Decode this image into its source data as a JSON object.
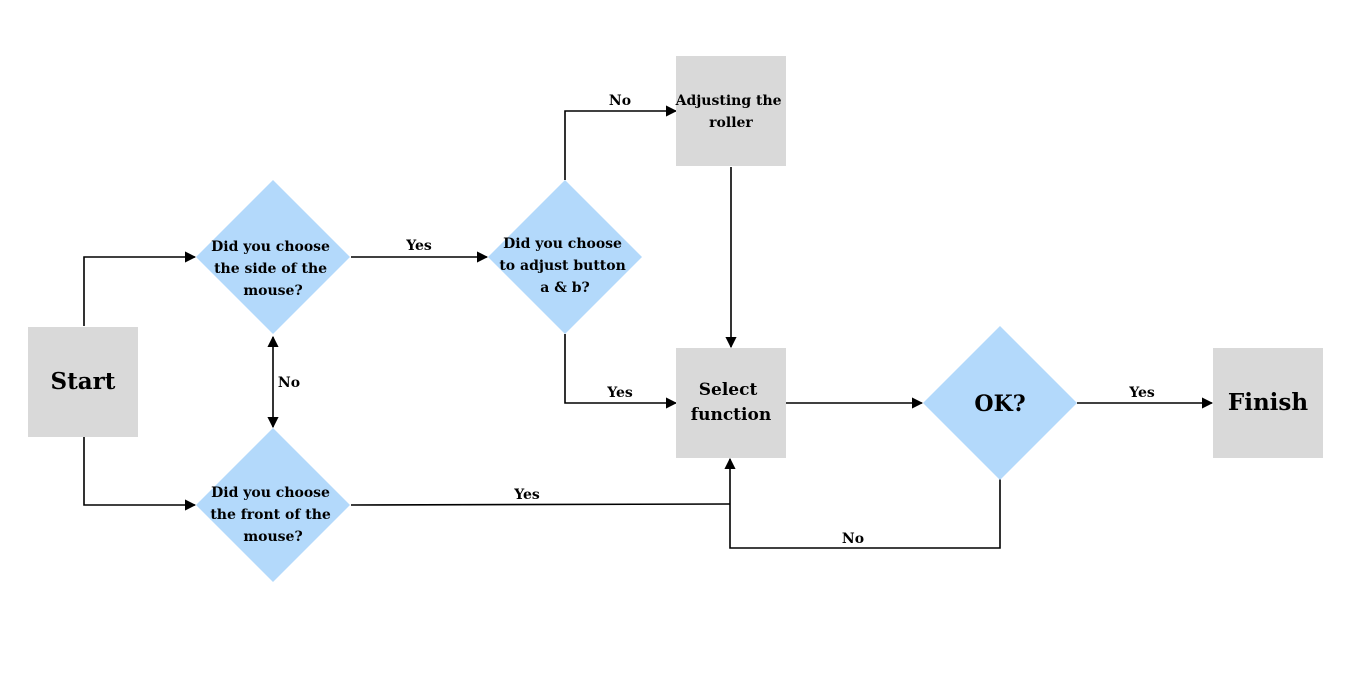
{
  "colors": {
    "process_fill": "#d9d9d9",
    "decision_fill": "#b3d9fb",
    "line": "#000000",
    "text": "#000000"
  },
  "nodes": {
    "start": "Start",
    "side": [
      "Did you choose",
      "the side of the",
      "mouse?"
    ],
    "front": [
      "Did you choose",
      "the front of the",
      "mouse?"
    ],
    "adjust": [
      "Did you choose",
      "to adjust button",
      "a & b?"
    ],
    "roller": [
      "Adjusting the",
      "roller"
    ],
    "select": [
      "Select",
      "function"
    ],
    "ok": "OK?",
    "finish": "Finish"
  },
  "edges": {
    "side_adjust_yes": "Yes",
    "side_front_no": "No",
    "adjust_roller_no": "No",
    "adjust_select_yes": "Yes",
    "front_select_yes": "Yes",
    "ok_finish_yes": "Yes",
    "ok_select_no": "No"
  }
}
